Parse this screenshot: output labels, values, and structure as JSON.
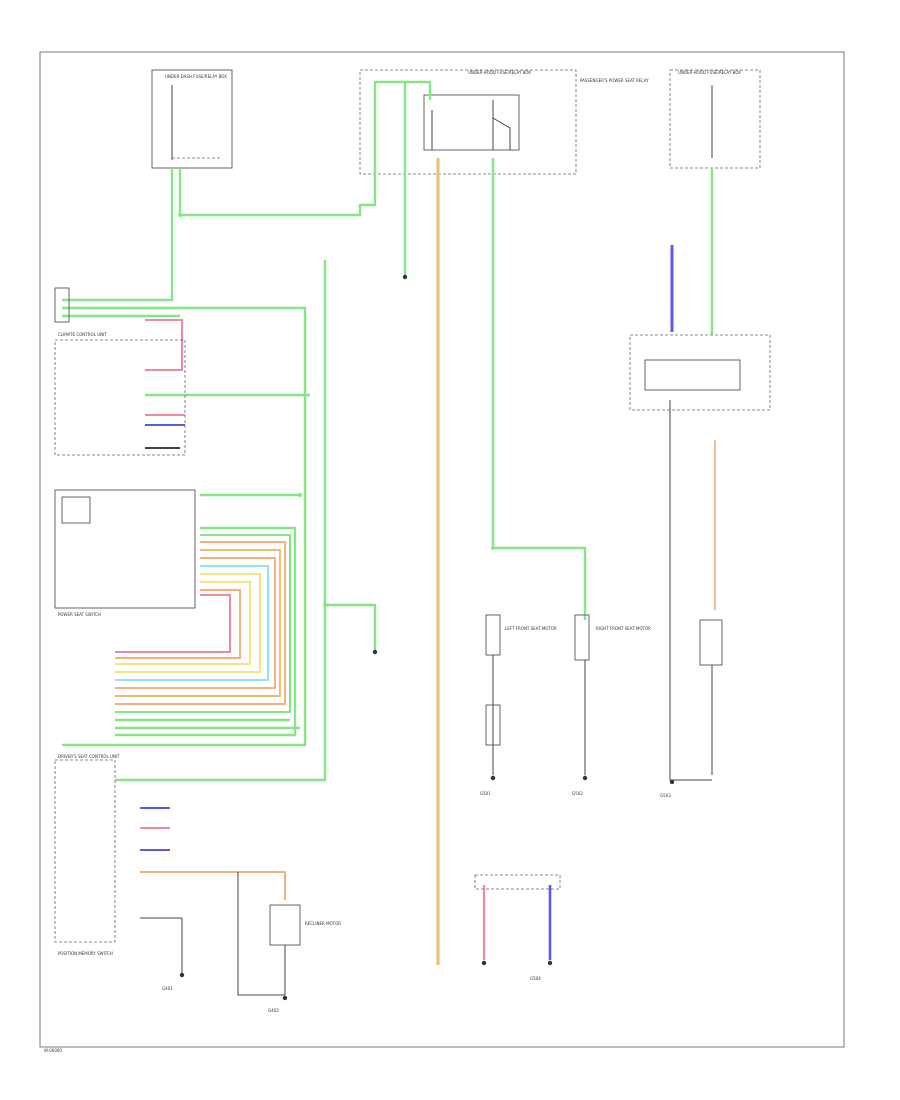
{
  "diagram": {
    "colors": {
      "green": "#86e586",
      "light_green": "#a8f0a8",
      "orange_yellow": "#e8c070",
      "blue": "#5a5ae8",
      "pink": "#f08a9a",
      "orange": "#f5b080",
      "yellow": "#f5e580",
      "cyan": "#8ae8f0",
      "black": "#444444"
    },
    "labels": {
      "top_left_box": "UNDER-DASH FUSE/RELAY BOX",
      "top_mid_box": "UNDER-HOOD FUSE/RELAY BOX",
      "top_right_box": "UNDER-HOOD FUSE/RELAY BOX",
      "passenger_relay": "PASSENGER'S POWER SEAT RELAY",
      "climate_unit": "CLIMATE CONTROL UNIT",
      "power_seat_switch": "POWER SEAT SWITCH",
      "driver_unit": "DRIVER'S SEAT CONTROL UNIT",
      "position_memory": "POSITION MEMORY SWITCH",
      "motor_left": "LEFT FRONT SEAT MOTOR",
      "motor_right": "RIGHT FRONT SEAT MOTOR",
      "recliner": "RECLINER MOTOR",
      "ground_g401": "G401",
      "ground_g402": "G402",
      "ground_g501": "G501",
      "ground_g502": "G502",
      "ground_g503": "G503",
      "ground_g504": "G504",
      "page_id": "W-00000"
    }
  }
}
